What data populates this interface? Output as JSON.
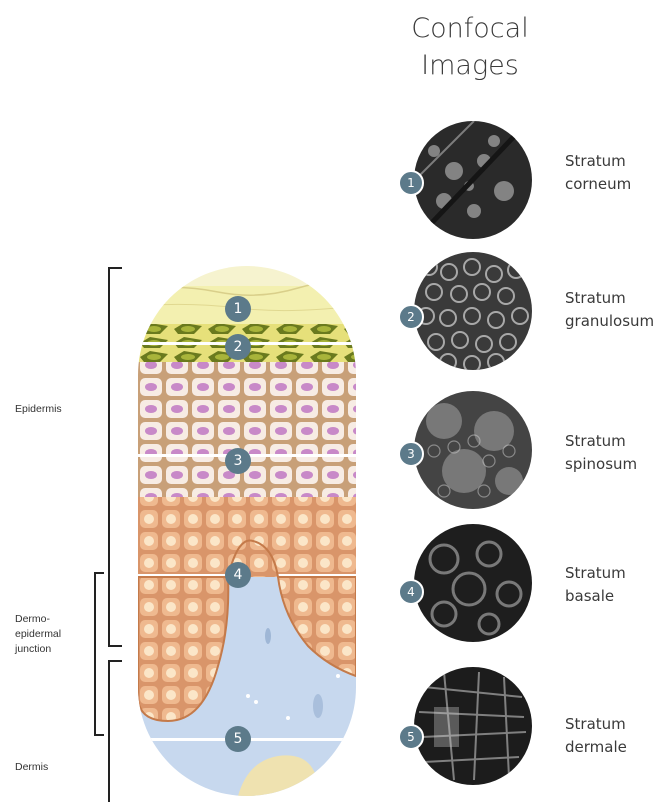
{
  "title": {
    "line1": "Confocal",
    "line2": "Images"
  },
  "regions": {
    "epidermis": "Epidermis",
    "dej_line1": "Dermo-",
    "dej_line2": "epidermal",
    "dej_line3": "junction",
    "dermis": "Dermis"
  },
  "layers": [
    {
      "number": "1",
      "line1": "Stratum",
      "line2": "corneum"
    },
    {
      "number": "2",
      "line1": "Stratum",
      "line2": "granulosum"
    },
    {
      "number": "3",
      "line1": "Stratum",
      "line2": "spinosum"
    },
    {
      "number": "4",
      "line1": "Stratum",
      "line2": "basale"
    },
    {
      "number": "5",
      "line1": "Stratum",
      "line2": "dermale"
    }
  ],
  "colors": {
    "badge": "#5c7a8a",
    "corneum": "#f3f0b8",
    "granulosum": "#c8c23a",
    "spinosum_cell": "#f7ece4",
    "spinosum_nucleus": "#c889c8",
    "basal_cell": "#efb98f",
    "dermis": "#c7d8ee"
  }
}
